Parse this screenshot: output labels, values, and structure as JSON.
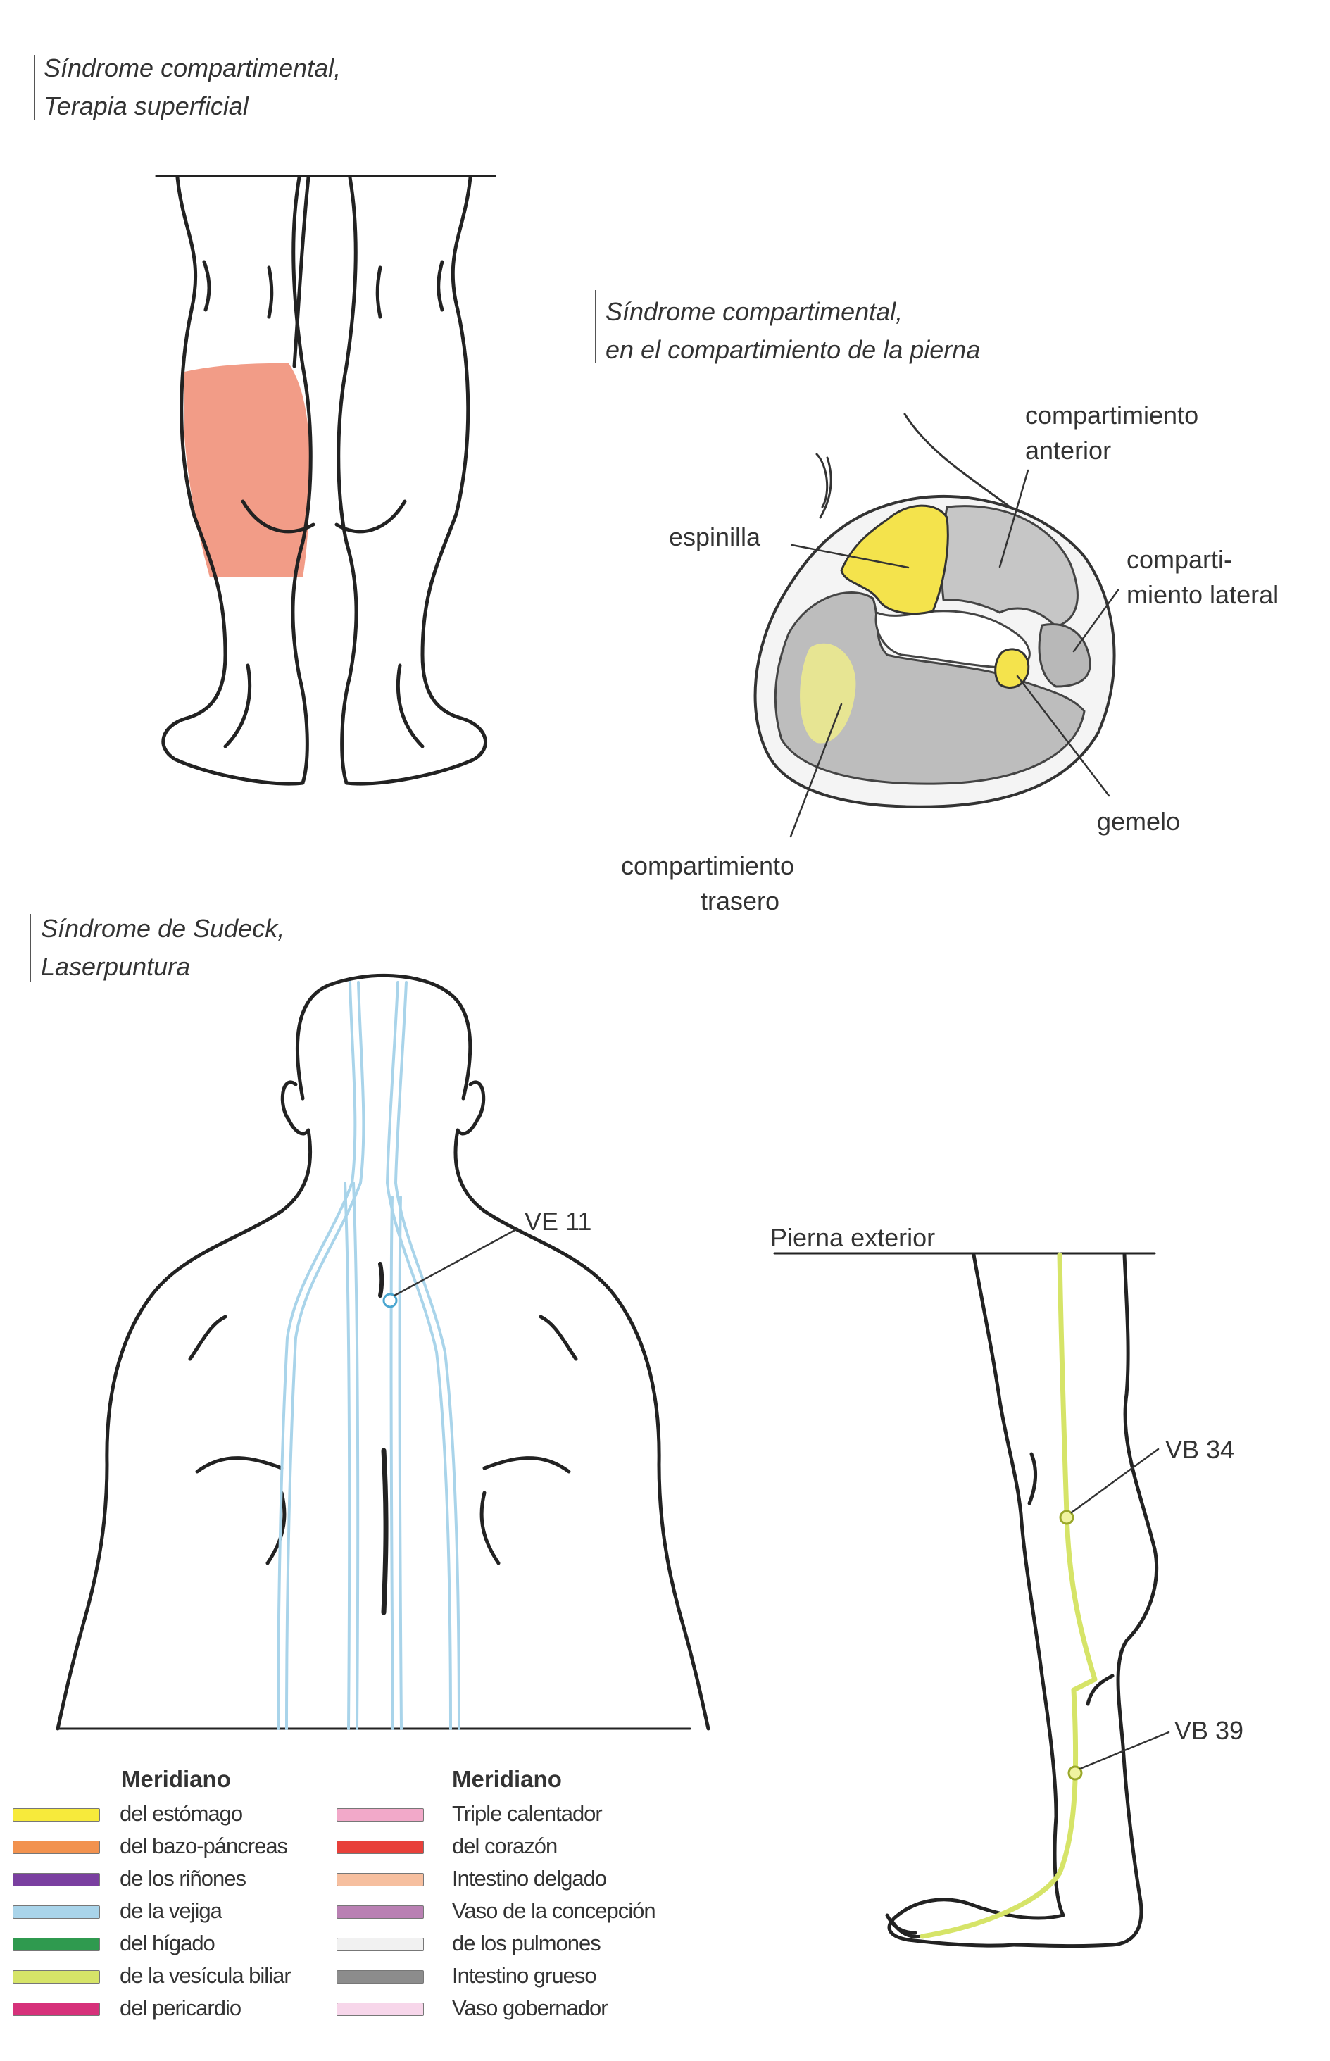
{
  "sections": {
    "calves": {
      "title_line1": "Síndrome compartimental,",
      "title_line2": "Terapia superficial"
    },
    "cross_section": {
      "title_line1": "Síndrome compartimental,",
      "title_line2": "en el compartimiento de la pierna",
      "labels": {
        "anterior_1": "compartimiento",
        "anterior_2": "anterior",
        "shin": "espinilla",
        "lateral_1": "comparti-",
        "lateral_2": "miento lateral",
        "calf": "gemelo",
        "back_1": "compartimiento",
        "back_2": "trasero"
      }
    },
    "back": {
      "title_line1": "Síndrome de Sudeck,",
      "title_line2": "Laserpuntura",
      "point": "VE 11"
    },
    "leg": {
      "title": "Pierna exterior",
      "point_upper": "VB 34",
      "point_lower": "VB 39"
    }
  },
  "colors": {
    "highlight_area": "#f29c87",
    "bone_yellow": "#f4e34c",
    "bladder_meridian": "#a9d4ea",
    "gallbladder_meridian": "#d6e468"
  },
  "legend": {
    "left": {
      "heading": "Meridiano",
      "items": [
        {
          "label": "del estómago",
          "color": "#f7ea3b"
        },
        {
          "label": "del bazo-páncreas",
          "color": "#f2924f"
        },
        {
          "label": "de los riñones",
          "color": "#7a3fa0"
        },
        {
          "label": "de la vejiga",
          "color": "#a9d4ea"
        },
        {
          "label": "del hígado",
          "color": "#2f9a4f"
        },
        {
          "label": "de la vesícula biliar",
          "color": "#d6e468"
        },
        {
          "label": "del pericardio",
          "color": "#d6317a"
        }
      ]
    },
    "right": {
      "heading": "Meridiano",
      "items": [
        {
          "label": "Triple calentador",
          "color": "#f2a9c9"
        },
        {
          "label": "del corazón",
          "color": "#e8403a"
        },
        {
          "label": "Intestino delgado",
          "color": "#f6bf9f"
        },
        {
          "label": "Vaso de la concepción",
          "color": "#b980b3"
        },
        {
          "label": "de los pulmones",
          "color": "#f1f1f1"
        },
        {
          "label": "Intestino grueso",
          "color": "#8c8c8c"
        },
        {
          "label": "Vaso gobernador",
          "color": "#f7d6ea"
        }
      ]
    }
  }
}
